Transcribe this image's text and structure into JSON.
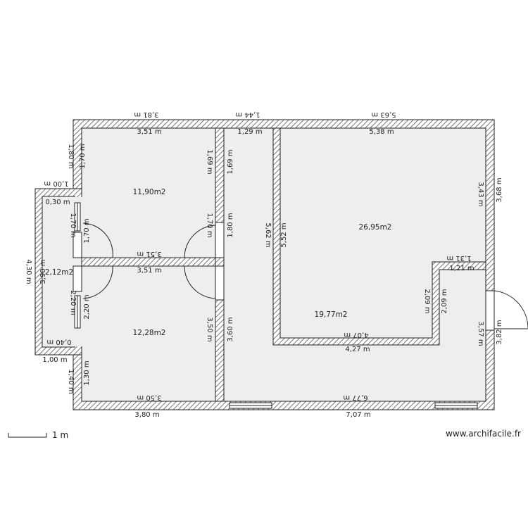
{
  "colors": {
    "floor": "#eeeeee",
    "wall_stroke": "#222222",
    "hatch": "#555555",
    "text": "#222222"
  },
  "rooms": [
    {
      "id": "room-top-left",
      "area": "11,90m2"
    },
    {
      "id": "room-bottom-left",
      "area": "12,28m2"
    },
    {
      "id": "room-bay",
      "area": "2,12m2"
    },
    {
      "id": "room-large",
      "area": "26,95m2"
    },
    {
      "id": "room-l-shape",
      "area": "19,77m2"
    }
  ],
  "dimensions": {
    "top_outer_left": "3,81 m",
    "top_outer_mid": "1,44 m",
    "top_outer_right": "5,63 m",
    "top_inner_left": "3,51 m",
    "top_inner_mid": "1,29 m",
    "top_inner_right": "5,38 m",
    "left_outer_top": "1,80 m",
    "left_inner_top": "1,70 m",
    "bay_top_outer": "1,00 m",
    "bay_top_inner": "0,30 m",
    "bay_left_outer": "4,30 m",
    "bay_left_inner": "3,90 m",
    "bay_right_top": "1,70 m",
    "bay_right_bottom": "2,20 m",
    "bay_bottom_inner": "0,40 m",
    "bay_bottom_outer": "1,00 m",
    "room1_left_lower": "1,70 m",
    "room1_right_upper": "1,69 m",
    "room1_right_lower": "1,70 m",
    "corridor_left_upper": "1,69 m",
    "corridor_left_lower": "1,80 m",
    "mid_wall_top": "3,51 m",
    "mid_wall_bottom": "3,51 m",
    "room2_left_upper": "2,20 m",
    "room2_left_lower": "1,30 m",
    "room2_right": "3,50 m",
    "left_outer_bottom": "1,40 m",
    "corridor_left_bottom": "3,60 m",
    "bottom_inner_left": "3,50 m",
    "bottom_outer_left": "3,80 m",
    "bottom_inner_right": "6,77 m",
    "bottom_outer_right": "7,07 m",
    "inner_room_left_outer": "5,62 m",
    "inner_room_left_inner": "5,52 m",
    "inner_room_bottom_inner": "4,07 m",
    "inner_room_bottom_outer": "4,27 m",
    "inner_room_step_inner": "2,09 m",
    "inner_room_step_outer": "2,09 m",
    "notch_top": "1,31 m",
    "notch_bottom": "1,21 m",
    "right_inner_top": "3,43 m",
    "right_outer_top": "3,68 m",
    "right_inner_bottom": "3,57 m",
    "right_outer_bottom": "3,82 m"
  },
  "scale_label": "1 m",
  "credit": "www.archifacile.fr"
}
